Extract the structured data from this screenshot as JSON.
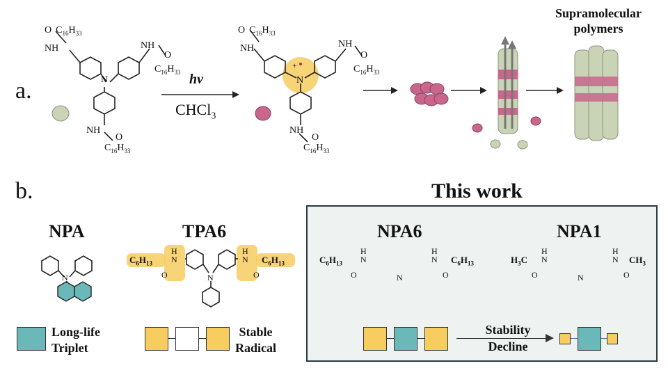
{
  "panel_a": {
    "label": "a.",
    "condition_top": "hv",
    "condition_bottom": "CHCl",
    "condition_bottom_sub": "3",
    "product_title_line1": "Supramolecular",
    "product_title_line2": "polymers",
    "chain": "C",
    "chain_sub1": "16",
    "chain_h": "H",
    "chain_sub2": "33",
    "nh": "NH",
    "n": "N",
    "o": "O"
  },
  "panel_b": {
    "label": "b.",
    "npa": {
      "title": "NPA",
      "legend_line1": "Long-life",
      "legend_line2": "Triplet"
    },
    "tpa6": {
      "title": "TPA6",
      "legend_line1": "Stable",
      "legend_line2": "Radical"
    },
    "this_work": {
      "title": "This work",
      "npa6_title": "NPA6",
      "npa1_title": "NPA1",
      "arrow_line1": "Stability",
      "arrow_line2": "Decline"
    },
    "c6": "C",
    "c6_sub1": "6",
    "c6_h": "H",
    "c6_sub2": "13",
    "h3c": "H",
    "h3c_sub": "3",
    "h3c_c": "C",
    "ch3": "CH",
    "ch3_sub": "3",
    "h": "H",
    "n": "N",
    "o": "O"
  },
  "colors": {
    "highlight_gold": "#f7cd60",
    "triplet_teal": "#6ab9b8",
    "frame_dark": "#2c3b46",
    "frame_bg": "#eef3f2",
    "sphere_pink": "#c8668c",
    "sphere_green": "#c9d4b6"
  }
}
